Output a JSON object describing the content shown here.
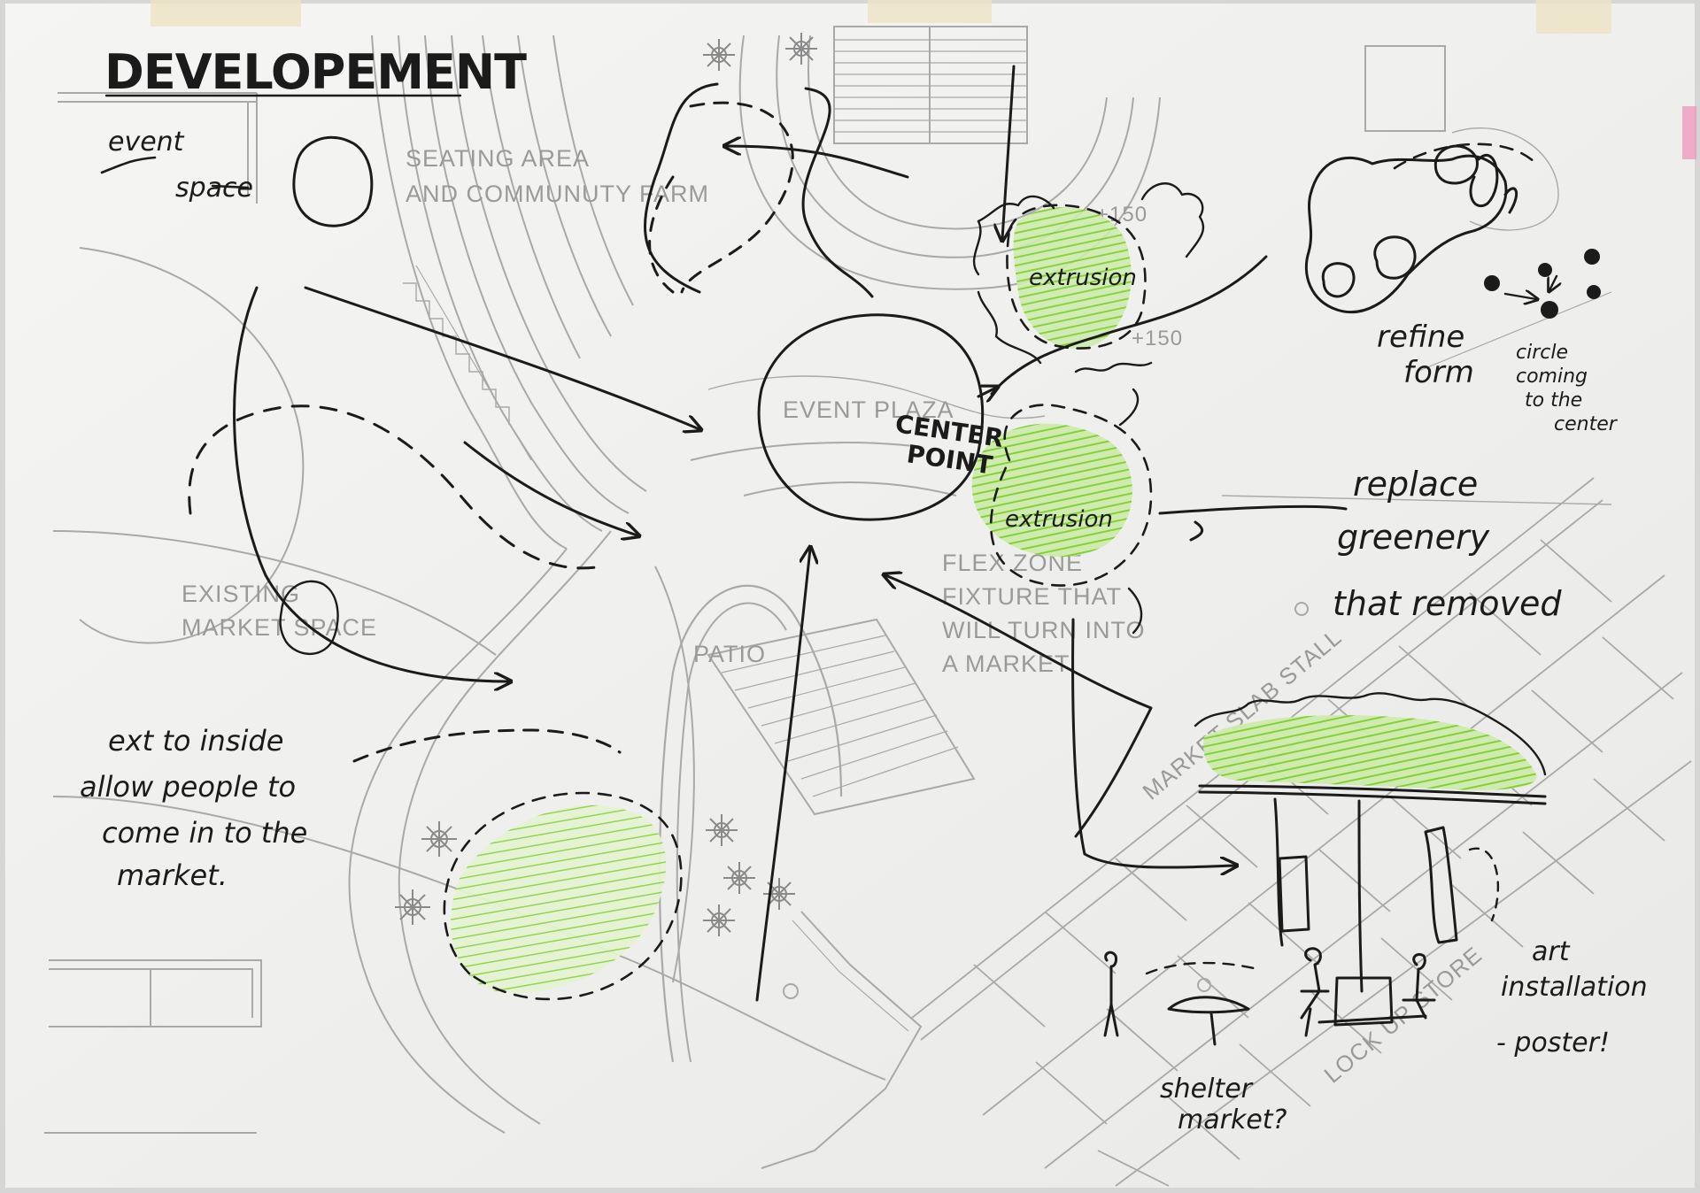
{
  "sketch": {
    "title": "DEVELOPEMENT",
    "top_left_note": [
      "event",
      "space"
    ],
    "plan_labels": {
      "seating_area": [
        "SEATING AREA",
        "AND COMMUNUTY FARM"
      ],
      "event_plaza": "EVENT PLAZA",
      "existing_market": [
        "EXISTING",
        "MARKET SPACE"
      ],
      "patio": "PATIO",
      "flex_zone": [
        "FLEX ZONE",
        "FIXTURE THAT",
        "WILL TURN INTO",
        "A MARKET"
      ],
      "market_slab_stall": "MARKET SLAB   STALL",
      "lockup_store": "LOCK UP STORE",
      "level_top": "+150",
      "level_bottom": "+150"
    },
    "annotations": {
      "center_point": [
        "CENTER",
        "POINT"
      ],
      "extrusion_top": "extrusion",
      "extrusion_mid": "extrusion",
      "refine_form": [
        "refine",
        "form"
      ],
      "circle_note": [
        "circle",
        "coming",
        "to the",
        "center"
      ],
      "replace_greenery": [
        "replace",
        "greenery",
        "that removed"
      ],
      "ext_to_inside": [
        "ext to inside",
        "allow people to",
        "come in to the",
        "market."
      ],
      "art_installation": [
        "art",
        "installation",
        "- poster!"
      ],
      "shelter_market": [
        "shelter",
        "market?"
      ]
    },
    "colors": {
      "paper": "#f3f3f1",
      "pencil": "#9a9a9a",
      "ink": "#1b1b1b",
      "green": "#86d13a",
      "green_light": "#c6e7a0"
    }
  }
}
